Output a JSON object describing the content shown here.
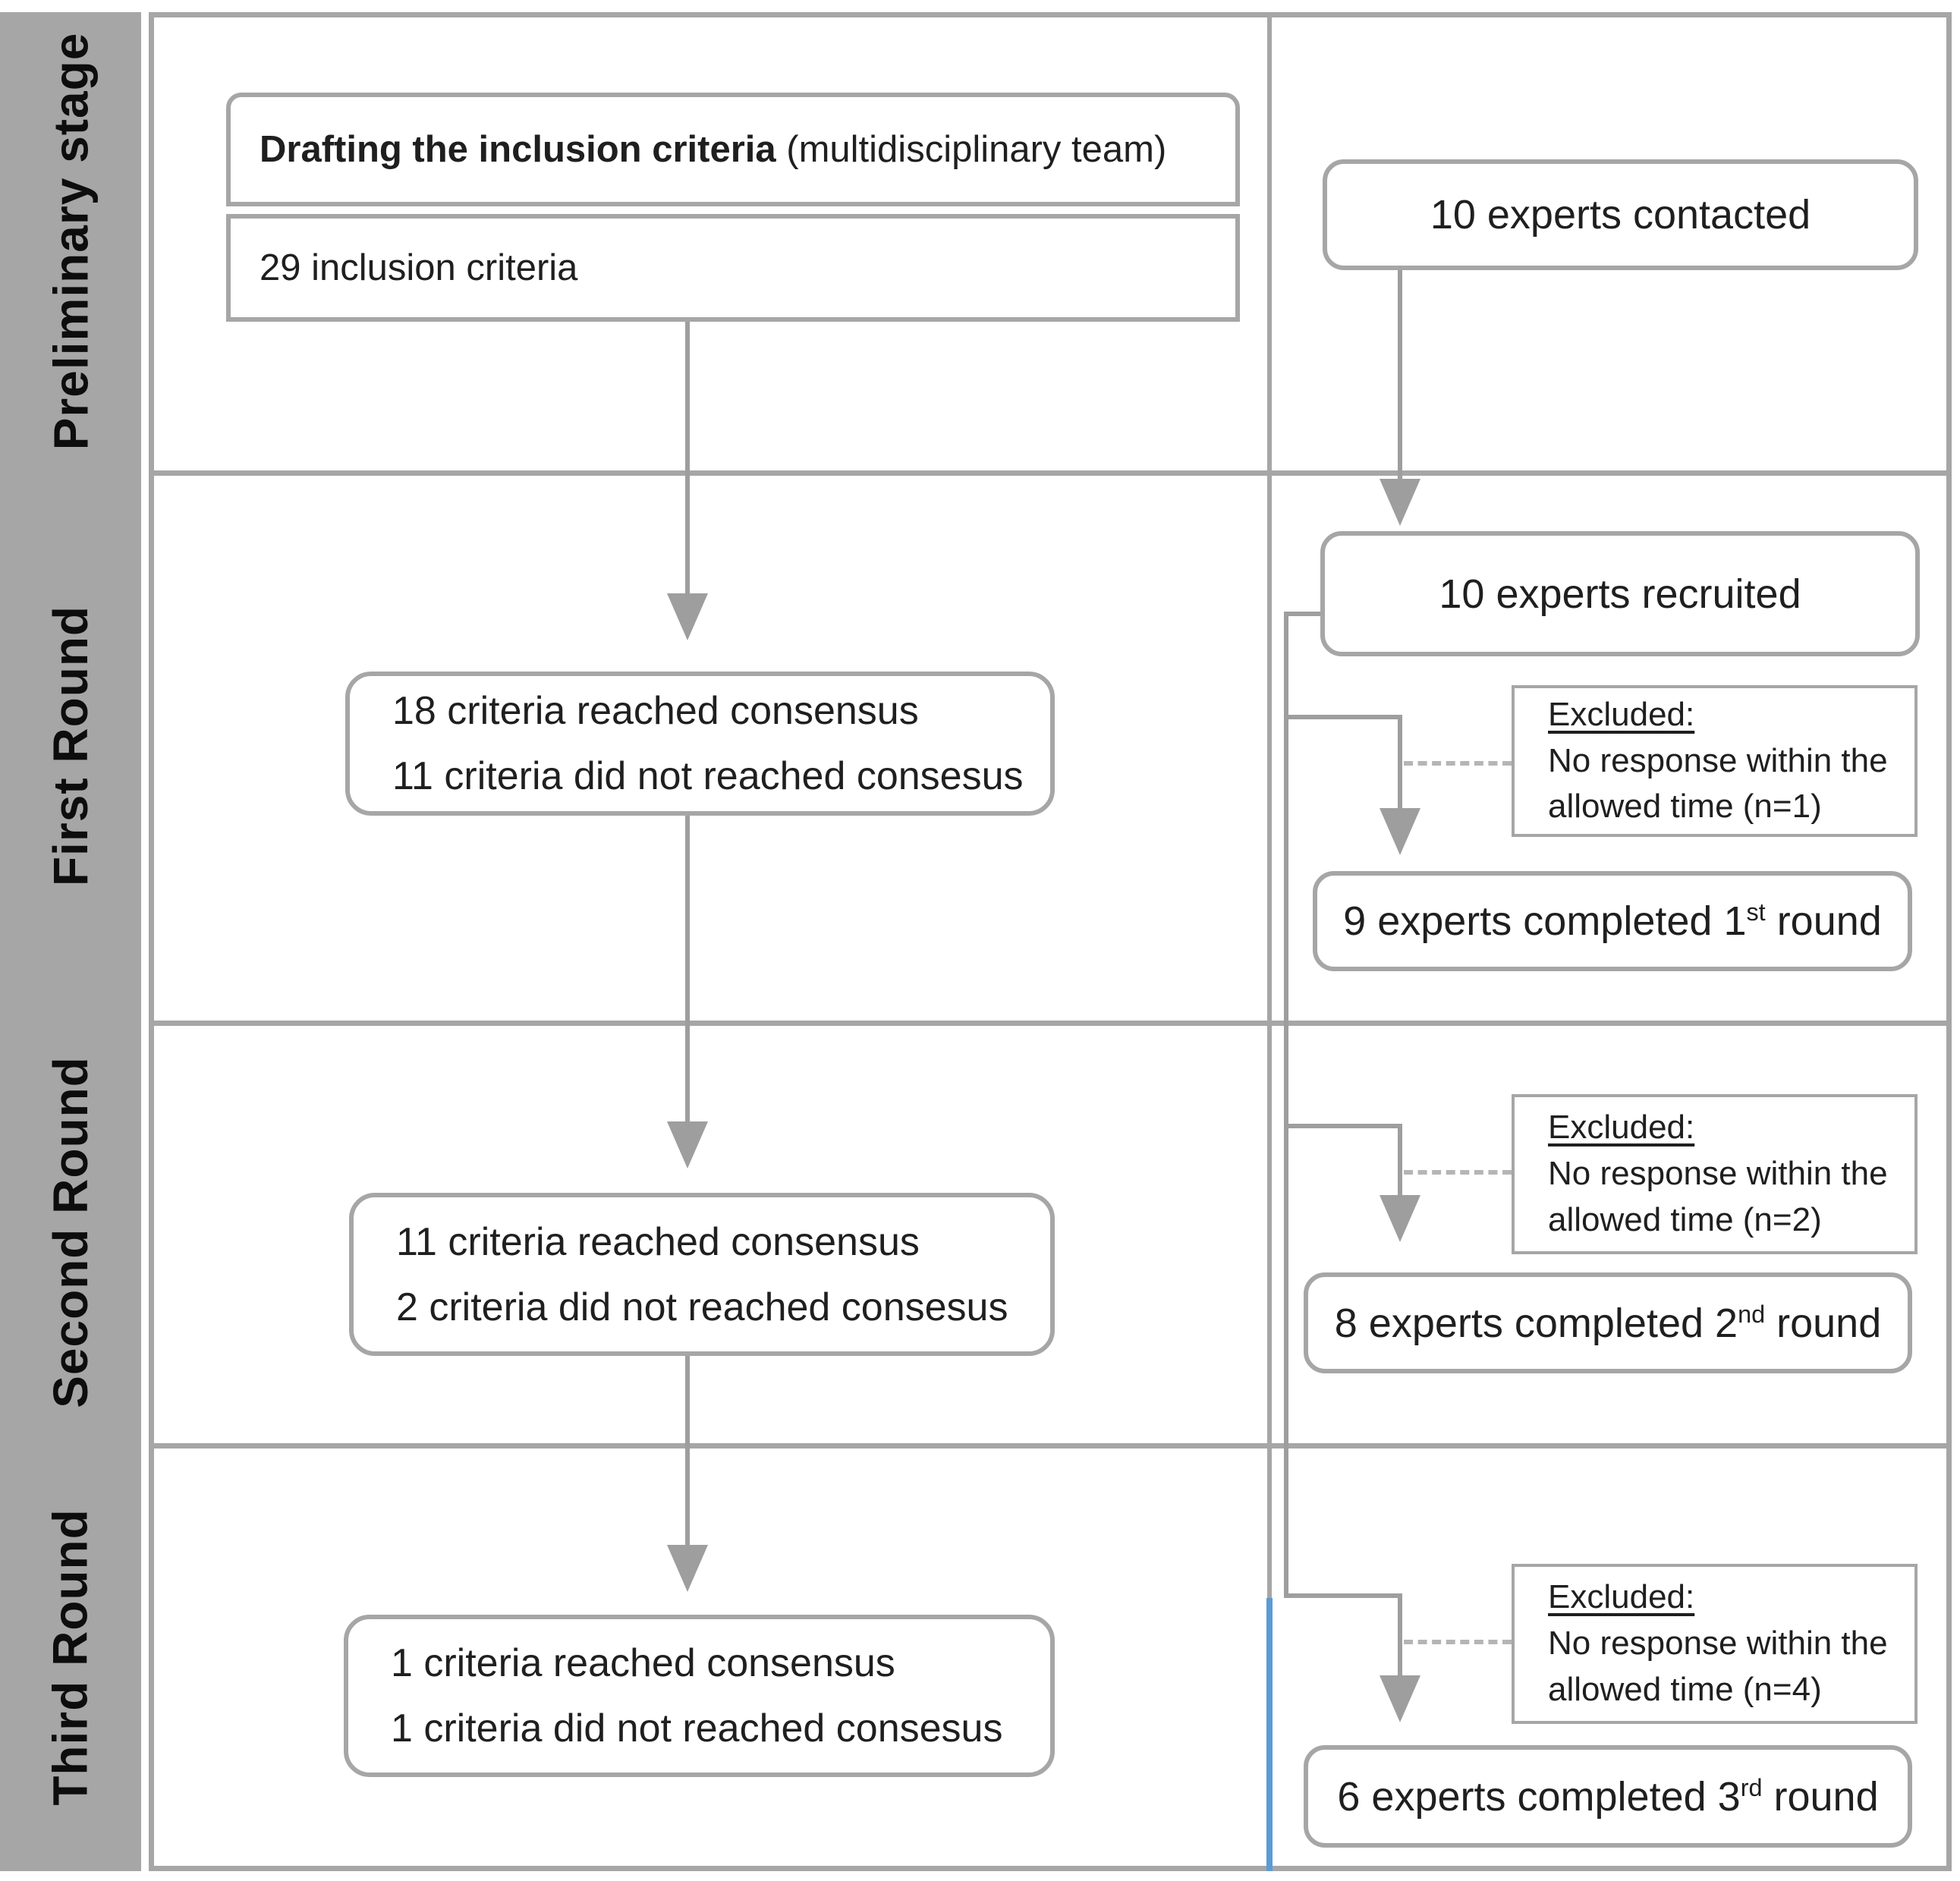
{
  "palette": {
    "line_gray": "#a6a6a6",
    "arrow_gray": "#9e9e9e",
    "dashed_gray": "#b5b5b5",
    "accent_blue": "#5b9bd5",
    "text": "#1f1f1f"
  },
  "sidebar": {
    "stages": [
      {
        "label": "Preliminary stage"
      },
      {
        "label": "First Round"
      },
      {
        "label": "Second Round"
      },
      {
        "label": "Third Round"
      }
    ]
  },
  "preliminary": {
    "drafting_bold": "Drafting the inclusion criteria",
    "drafting_normal": " (multidisciplinary team)",
    "inclusion_count": "29 inclusion criteria"
  },
  "left_flow": {
    "round1": {
      "line1": "18 criteria reached consensus",
      "line2": "11 criteria did not reached consesus"
    },
    "round2": {
      "line1": "11 criteria reached consensus",
      "line2": "2 criteria did not reached consesus"
    },
    "round3": {
      "line1": "1 criteria reached consensus",
      "line2": "1 criteria did not reached consesus"
    }
  },
  "right_flow": {
    "contacted": "10 experts contacted",
    "recruited": "10 experts recruited",
    "excluded1": {
      "title": "Excluded:",
      "line1": "No response within the",
      "line2": "allowed time (n=1)"
    },
    "completed1": {
      "pre": "9 experts completed 1",
      "sup": "st",
      "post": " round"
    },
    "excluded2": {
      "title": "Excluded:",
      "line1": "No response within the",
      "line2": "allowed time (n=2)"
    },
    "completed2": {
      "pre": "8 experts completed 2",
      "sup": "nd",
      "post": " round"
    },
    "excluded3": {
      "title": "Excluded:",
      "line1": "No response within the",
      "line2": "allowed time (n=4)"
    },
    "completed3": {
      "pre": "6 experts completed 3",
      "sup": "rd",
      "post": " round"
    }
  }
}
